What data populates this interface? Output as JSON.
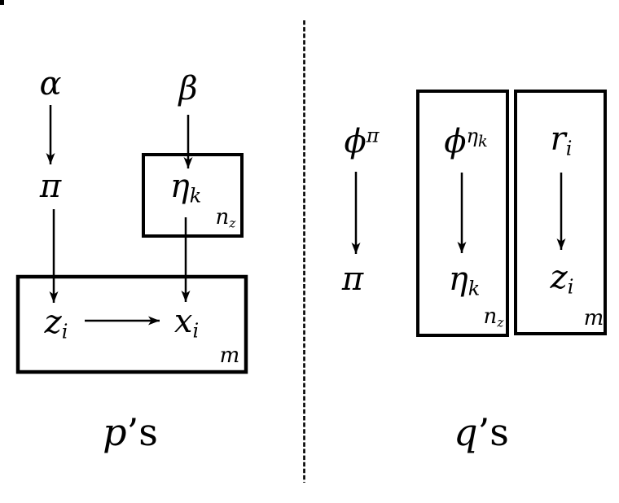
{
  "figure": {
    "left_panel": {
      "caption": {
        "variable": "p",
        "suffix": "’s"
      },
      "nodes": {
        "alpha": "α",
        "beta": "β",
        "pi": "π",
        "eta_k": {
          "base": "η",
          "sub": "k"
        },
        "z_i": {
          "base": "z",
          "sub": "i"
        },
        "x_i": {
          "base": "x",
          "sub": "i"
        }
      },
      "plates": {
        "eta_plate": {
          "size_label": {
            "base": "n",
            "sub": "z"
          }
        },
        "data_plate": {
          "size_label": "m"
        }
      },
      "edges": [
        "alpha→pi",
        "beta→eta_k",
        "pi→z_i",
        "eta_k→x_i",
        "z_i→x_i"
      ]
    },
    "right_panel": {
      "caption": {
        "variable": "q",
        "suffix": "’s"
      },
      "nodes": {
        "phi_pi": {
          "base": "ϕ",
          "sup": "π"
        },
        "pi": "π",
        "phi_eta": {
          "base": "ϕ",
          "sup_base": "η",
          "sup_sub": "k"
        },
        "eta_k": {
          "base": "η",
          "sub": "k"
        },
        "r_i": {
          "base": "r",
          "sub": "i"
        },
        "z_i": {
          "base": "z",
          "sub": "i"
        }
      },
      "plates": {
        "eta_plate": {
          "size_label": {
            "base": "n",
            "sub": "z"
          }
        },
        "z_plate": {
          "size_label": "m"
        }
      },
      "edges": [
        "phi_pi→pi",
        "phi_eta→eta_k",
        "r_i→z_i"
      ]
    },
    "colors": {
      "ink": "#000000",
      "background": "#ffffff"
    }
  }
}
